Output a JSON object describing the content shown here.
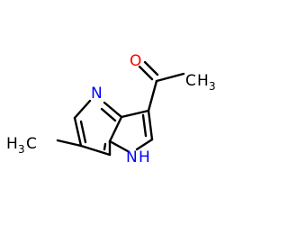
{
  "molecule": {
    "labels": {
      "oxygen": "O",
      "methyl_acetyl_c": "C",
      "methyl_acetyl_h": "H",
      "methyl_acetyl_sub": "3",
      "pyridine_n": "N",
      "methyl_ring_h": "H",
      "methyl_ring_sub": "3",
      "methyl_ring_c": "C",
      "nh_n": "N",
      "nh_h": "H"
    },
    "colors": {
      "bond": "#000000",
      "oxygen": "#ff0000",
      "nitrogen": "#0000ff",
      "carbon": "#000000"
    }
  }
}
